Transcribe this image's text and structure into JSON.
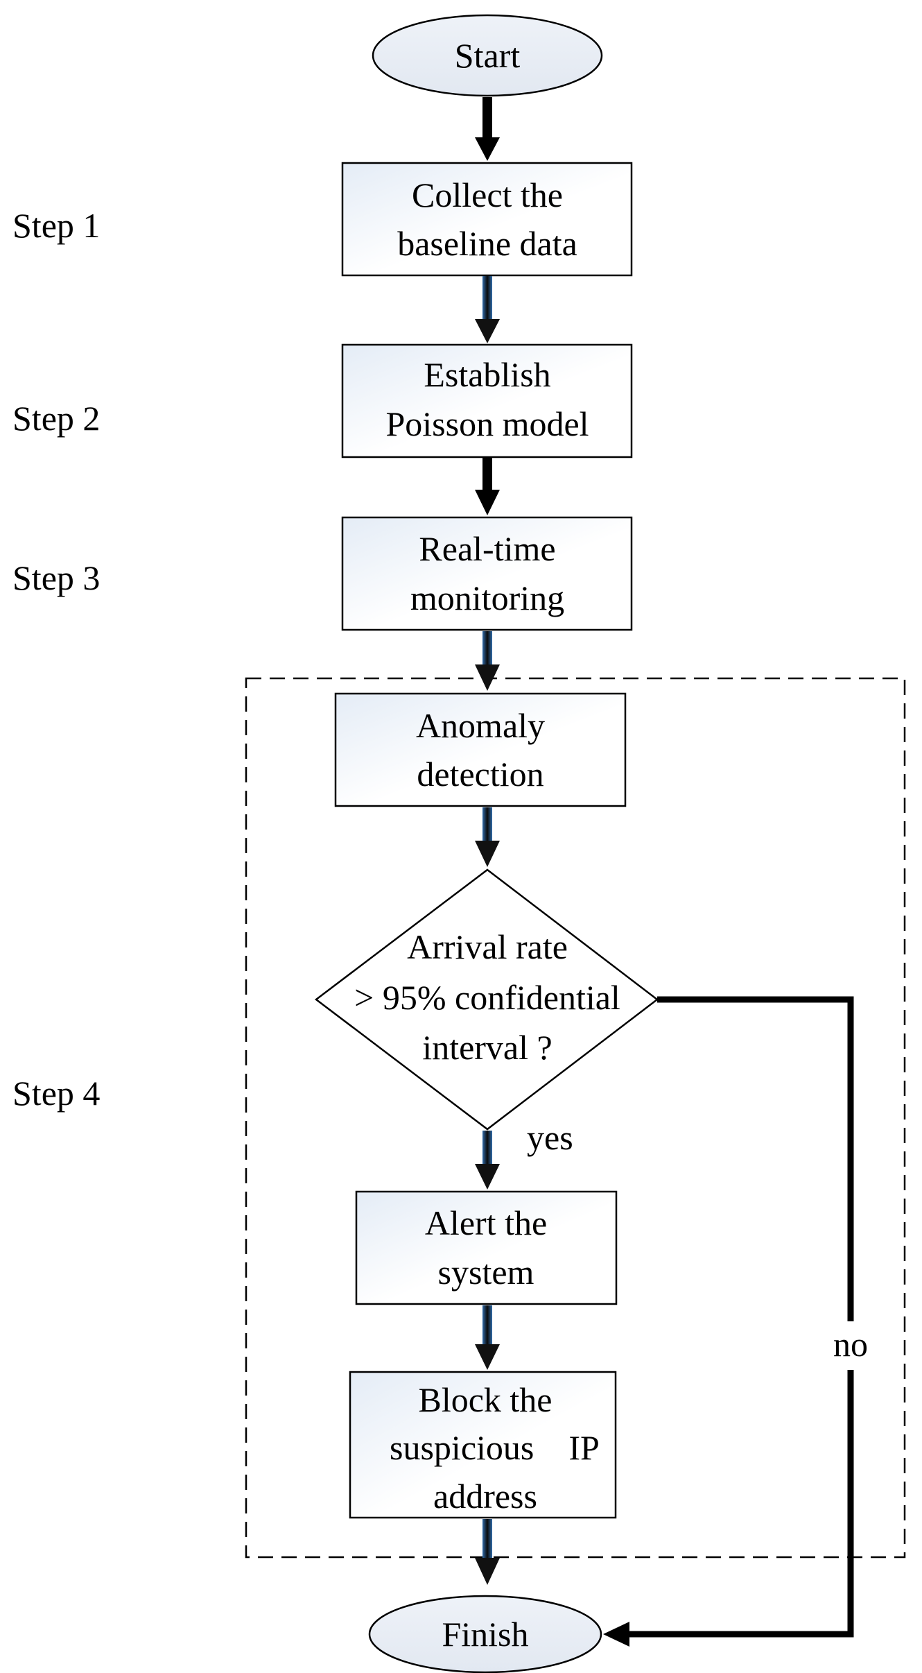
{
  "nodes": {
    "start": "Start",
    "step1_box": [
      "Collect the",
      "baseline data"
    ],
    "step2_box": [
      "Establish",
      "Poisson model"
    ],
    "step3_box": [
      "Real-time",
      "monitoring"
    ],
    "anomaly": [
      "Anomaly",
      "detection"
    ],
    "decision": [
      "Arrival rate",
      "> 95% confidential",
      "interval ?"
    ],
    "alert": [
      "Alert the",
      "system"
    ],
    "block": [
      "Block the",
      "suspicious    IP",
      "address"
    ],
    "finish": "Finish"
  },
  "edges": {
    "yes_label": "yes",
    "no_label": "no"
  },
  "steps": {
    "step1": "Step 1",
    "step2": "Step 2",
    "step3": "Step 3",
    "step4": "Step 4"
  }
}
